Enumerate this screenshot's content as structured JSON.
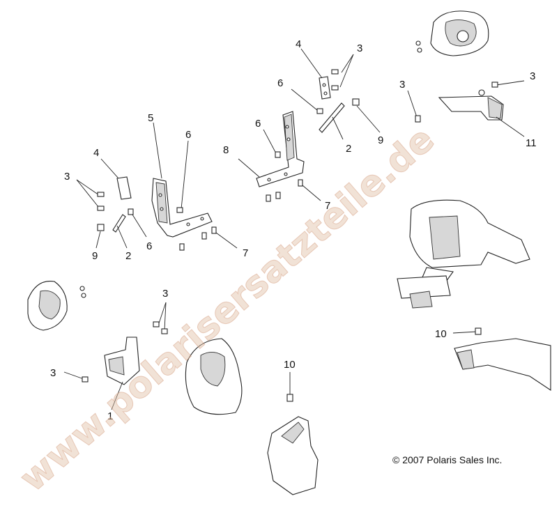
{
  "watermark": "www.polarisersatzteile.de",
  "copyright": "© 2007 Polaris Sales Inc.",
  "callouts": {
    "c1": "1",
    "c2a": "2",
    "c2b": "2",
    "c3a": "3",
    "c3b": "3",
    "c3c": "3",
    "c3d": "3",
    "c3e": "3",
    "c3f": "3",
    "c4a": "4",
    "c4b": "4",
    "c5": "5",
    "c6a": "6",
    "c6b": "6",
    "c6c": "6",
    "c6d": "6",
    "c7a": "7",
    "c7b": "7",
    "c8": "8",
    "c9a": "9",
    "c9b": "9",
    "c10a": "10",
    "c10b": "10",
    "c11": "11"
  }
}
